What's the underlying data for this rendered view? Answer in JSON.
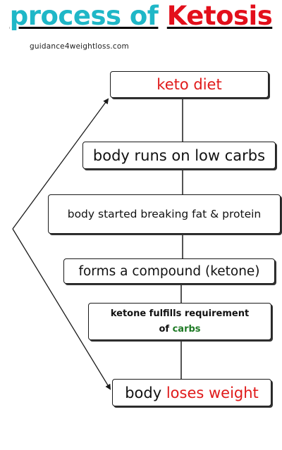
{
  "title": {
    "part1": "process of",
    "part2": "Ketosis",
    "color1": "#1fb7c7",
    "color2": "#e30f1b"
  },
  "source": "guidance4weightloss.com",
  "steps": {
    "s1": "keto diet",
    "s2": "body runs on low carbs",
    "s3": "body started breaking fat & protein",
    "s4": "forms a compound (ketone)",
    "s5_line1": "ketone fulfills requirement",
    "s5_of": "of",
    "s5_carbs": "carbs",
    "s6_body": "body",
    "s6_loses": "loses weight"
  },
  "colors": {
    "red_text": "#e01a1a",
    "green_text": "#1e7a25",
    "line": "#1a1a1a"
  }
}
